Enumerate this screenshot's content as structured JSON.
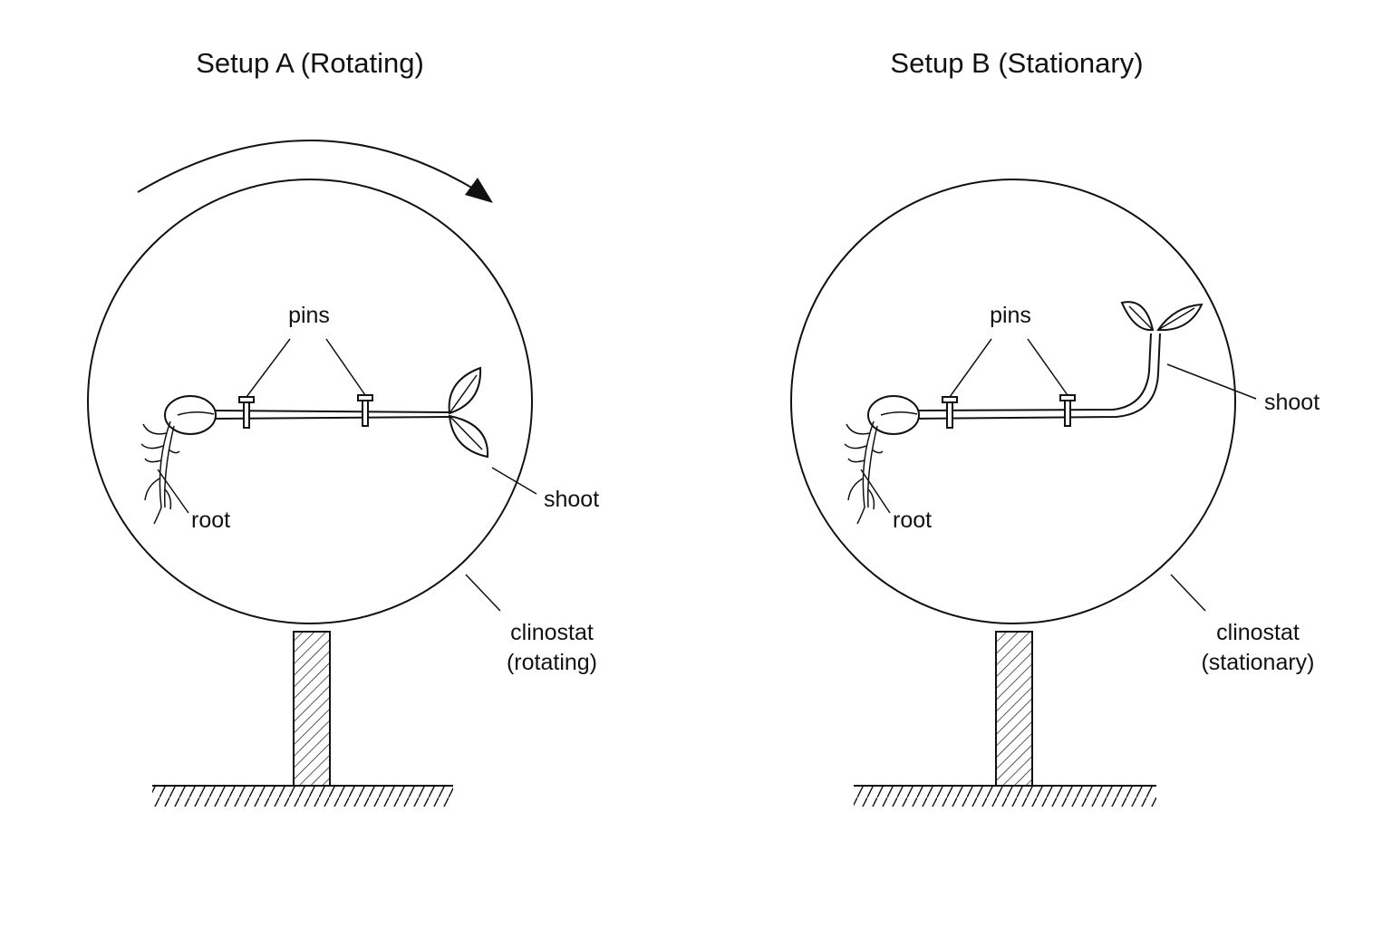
{
  "setup_a": {
    "title": "Setup A (Rotating)",
    "labels": {
      "pins": "pins",
      "root": "root",
      "shoot": "shoot",
      "clinostat_line1": "clinostat",
      "clinostat_line2": "(rotating)"
    }
  },
  "setup_b": {
    "title": "Setup B (Stationary)",
    "labels": {
      "pins": "pins",
      "root": "root",
      "shoot": "shoot",
      "clinostat_line1": "clinostat",
      "clinostat_line2": "(stationary)"
    }
  },
  "colors": {
    "ink": "#111111",
    "background": "#ffffff"
  }
}
